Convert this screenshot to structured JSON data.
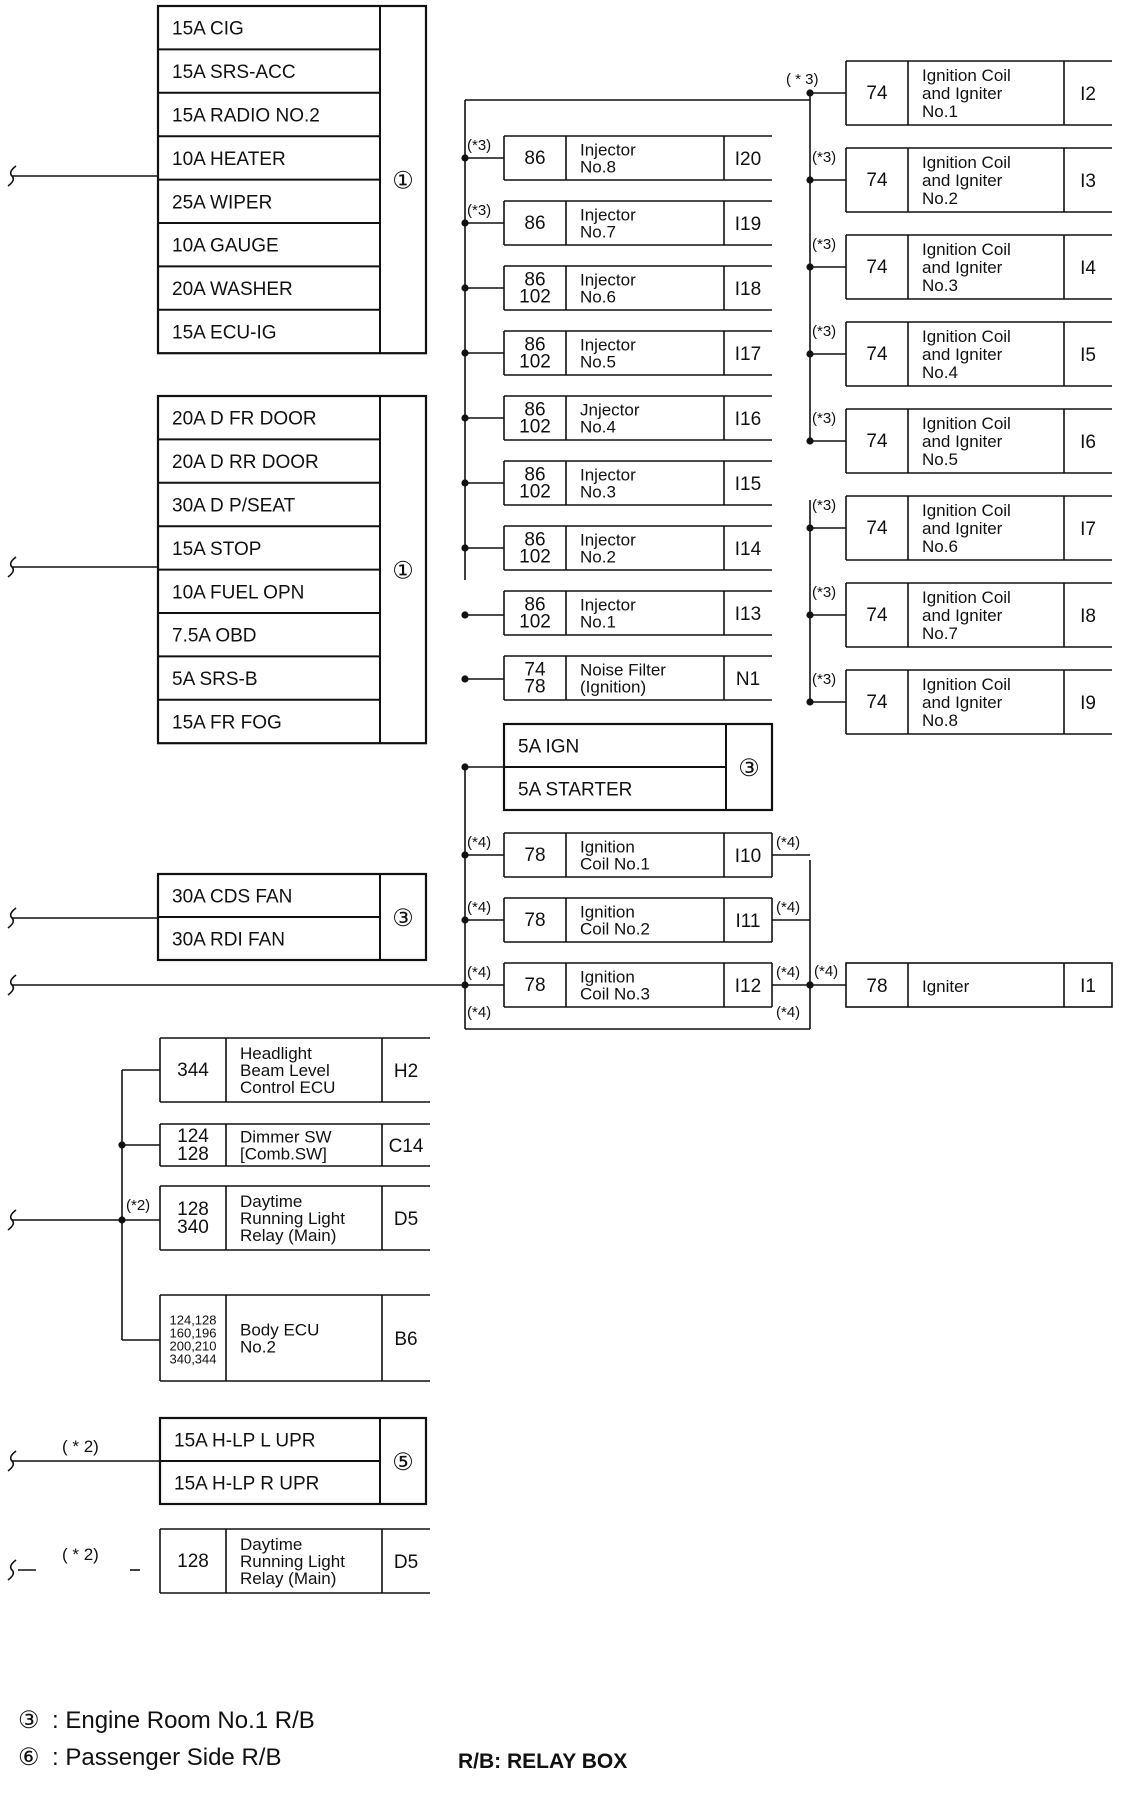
{
  "fuse_groups": [
    {
      "fuses": [
        "15A CIG",
        "15A SRS-ACC",
        "15A RADIO NO.2",
        "10A HEATER",
        "25A WIPER",
        "10A GAUGE",
        "20A WASHER",
        "15A ECU-IG"
      ],
      "box_ref": "①"
    },
    {
      "fuses": [
        "20A D FR DOOR",
        "20A D RR DOOR",
        "30A D P/SEAT",
        "15A STOP",
        "10A FUEL OPN",
        "7.5A OBD",
        "5A SRS-B",
        "15A FR FOG"
      ],
      "box_ref": "①"
    },
    {
      "fuses": [
        "30A CDS FAN",
        "30A RDI FAN"
      ],
      "box_ref": "③"
    },
    {
      "fuses": [
        "15A H-LP L UPR",
        "15A H-LP R UPR"
      ],
      "box_ref": "⑤"
    },
    {
      "fuses": [
        "5A IGN",
        "5A STARTER"
      ],
      "box_ref": "③"
    }
  ],
  "injectors": [
    {
      "pins": [
        "86"
      ],
      "lines": [
        "Injector",
        "No.8"
      ],
      "code": "I20"
    },
    {
      "pins": [
        "86"
      ],
      "lines": [
        "Injector",
        "No.7"
      ],
      "code": "I19"
    },
    {
      "pins": [
        "86",
        "102"
      ],
      "lines": [
        "Injector",
        "No.6"
      ],
      "code": "I18"
    },
    {
      "pins": [
        "86",
        "102"
      ],
      "lines": [
        "Injector",
        "No.5"
      ],
      "code": "I17"
    },
    {
      "pins": [
        "86",
        "102"
      ],
      "lines": [
        "Jnjector",
        "No.4"
      ],
      "code": "I16"
    },
    {
      "pins": [
        "86",
        "102"
      ],
      "lines": [
        "Injector",
        "No.3"
      ],
      "code": "I15"
    },
    {
      "pins": [
        "86",
        "102"
      ],
      "lines": [
        "Injector",
        "No.2"
      ],
      "code": "I14"
    },
    {
      "pins": [
        "86",
        "102"
      ],
      "lines": [
        "Injector",
        "No.1"
      ],
      "code": "I13"
    },
    {
      "pins": [
        "74",
        "78"
      ],
      "lines": [
        "Noise Filter",
        "(Ignition)"
      ],
      "code": "N1"
    }
  ],
  "ignition_coil_igniters": [
    {
      "pin": "74",
      "lines": [
        "Ignition Coil",
        "and Igniter",
        "No.1"
      ],
      "code": "I2"
    },
    {
      "pin": "74",
      "lines": [
        "Ignition Coil",
        "and Igniter",
        "No.2"
      ],
      "code": "I3"
    },
    {
      "pin": "74",
      "lines": [
        "Ignition Coil",
        "and Igniter",
        "No.3"
      ],
      "code": "I4"
    },
    {
      "pin": "74",
      "lines": [
        "Ignition Coil",
        "and Igniter",
        "No.4"
      ],
      "code": "I5"
    },
    {
      "pin": "74",
      "lines": [
        "Ignition Coil",
        "and Igniter",
        "No.5"
      ],
      "code": "I6"
    },
    {
      "pin": "74",
      "lines": [
        "Ignition Coil",
        "and Igniter",
        "No.6"
      ],
      "code": "I7"
    },
    {
      "pin": "74",
      "lines": [
        "Ignition Coil",
        "and Igniter",
        "No.7"
      ],
      "code": "I8"
    },
    {
      "pin": "74",
      "lines": [
        "Ignition Coil",
        "and Igniter",
        "No.8"
      ],
      "code": "I9"
    }
  ],
  "ignition_coils": [
    {
      "pin": "78",
      "lines": [
        "Ignition",
        "Coil No.1"
      ],
      "code": "I10"
    },
    {
      "pin": "78",
      "lines": [
        "Ignition",
        "Coil No.2"
      ],
      "code": "I11"
    },
    {
      "pin": "78",
      "lines": [
        "Ignition",
        "Coil No.3"
      ],
      "code": "I12"
    }
  ],
  "igniter": {
    "pin": "78",
    "name": "Igniter",
    "code": "I1"
  },
  "lighting_devices": [
    {
      "pins": [
        "344"
      ],
      "lines": [
        "Headlight",
        "Beam Level",
        "Control ECU"
      ],
      "code": "H2"
    },
    {
      "pins": [
        "124",
        "128"
      ],
      "lines": [
        "Dimmer SW",
        "[Comb.SW]"
      ],
      "code": "C14"
    },
    {
      "pins": [
        "128",
        "340"
      ],
      "lines": [
        "Daytime",
        "Running Light",
        "Relay (Main)"
      ],
      "code": "D5"
    },
    {
      "pins": [
        "124,128",
        "160,196",
        "200,210",
        "340,344"
      ],
      "lines": [
        "Body ECU",
        "No.2"
      ],
      "code": "B6"
    }
  ],
  "daytime_relay_bottom": {
    "pins": [
      "128"
    ],
    "lines": [
      "Daytime",
      "Running Light",
      "Relay (Main)"
    ],
    "code": "D5"
  },
  "markers": {
    "star2": "(*2)",
    "star3": "(*3)",
    "star4": "(*4)",
    "star3_top": "( * 3)",
    "star2_spaced": "( * 2)"
  },
  "legend": {
    "items": [
      {
        "symbol": "③",
        "text": ": Engine Room No.1 R/B"
      },
      {
        "symbol": "⑥",
        "text": ": Passenger Side R/B"
      }
    ],
    "note": "R/B: RELAY BOX"
  }
}
